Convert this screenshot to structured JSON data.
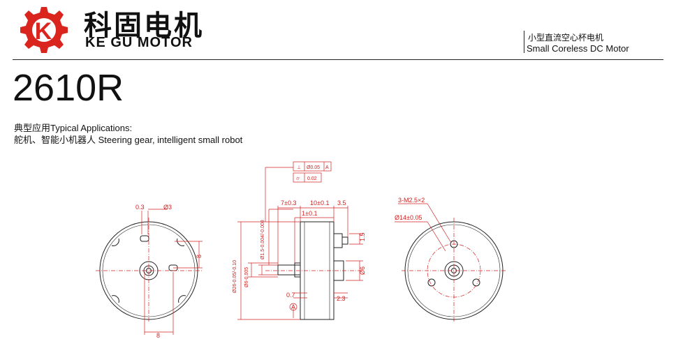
{
  "brand": {
    "name_cn": "科固电机",
    "name_en": "KE GU MOTOR",
    "logo_letter": "K",
    "logo_color": "#d9251d"
  },
  "product": {
    "type_cn": "小型直流空心杯电机",
    "type_en": "Small Coreless DC Motor",
    "model": "2610R"
  },
  "applications": {
    "heading": "典型应用Typical Applications:",
    "text": "舵机、智能小机器人 Steering gear, intelligent small robot"
  },
  "drawing": {
    "line_color": "#d42020",
    "front_view": {
      "d03": "0.3",
      "phi3": "Ø3",
      "dim8_vertical": "8",
      "dim8_horizontal": "8"
    },
    "side_view": {
      "tolerance_frame": [
        "⊥",
        "Ø0.05",
        "A"
      ],
      "flatness_frame": [
        "⌭",
        "0.02"
      ],
      "d7": "7±0.3",
      "d10": "10±0.1",
      "d35": "3.5",
      "d1": "1±0.1",
      "d15": "1.5",
      "phi15shaft": "Ø1.5-0.004/-0.008",
      "phi26": "Ø26-0.05/-0.10",
      "phi6boss": "Ø6-0.005",
      "phi6": "Ø6",
      "d07": "0.7",
      "d23": "2.3",
      "datum": "A"
    },
    "rear_view": {
      "holes": "3-M2.5×2",
      "pcd": "Ø14±0.05"
    }
  }
}
